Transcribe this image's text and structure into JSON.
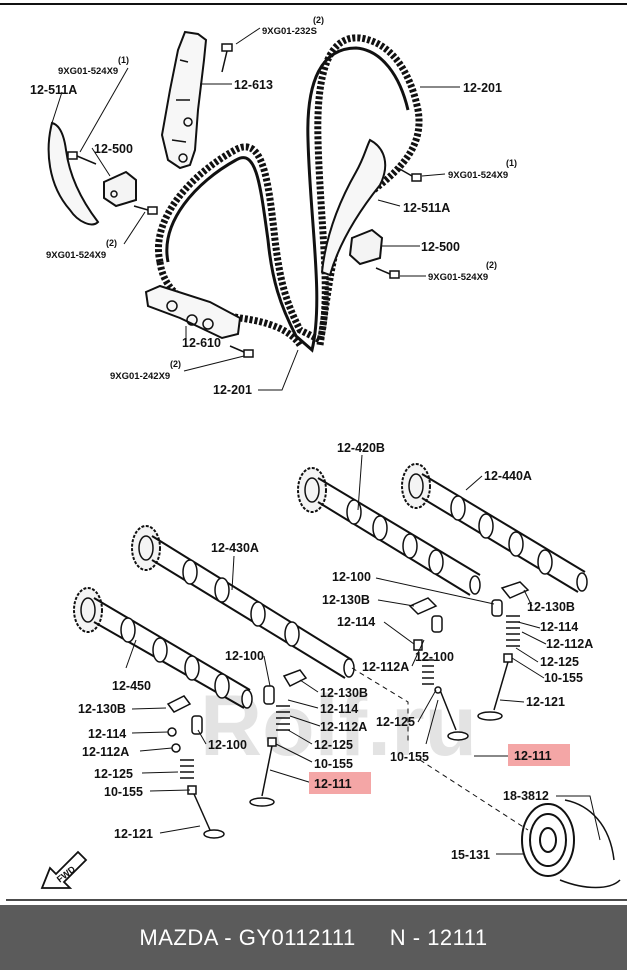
{
  "watermark": "Rolf.ru",
  "footer": {
    "brand_part": "MAZDA - GY0112111",
    "ref": "N - 12111"
  },
  "colors": {
    "highlight": "#f4a6a6",
    "footer_bg": "#5b5b5b",
    "line": "#111111"
  },
  "fwd_label": "FWD",
  "labels": {
    "bolt_232s": "9XG01-232S",
    "bolt_232s_qty": "(2)",
    "bolt_524_a": "9XG01-524X9",
    "bolt_524_a_qty": "(1)",
    "guide_511a_l": "12-511A",
    "guide_613": "12-613",
    "chain_201_top": "12-201",
    "tens_500_l": "12-500",
    "bolt_524_b": "9XG01-524X9",
    "bolt_524_b_qty": "(1)",
    "guide_511a_r": "12-511A",
    "bolt_524_c": "9XG01-524X9",
    "bolt_524_c_qty": "(2)",
    "tens_500_r": "12-500",
    "bolt_524_d": "9XG01-524X9",
    "bolt_524_d_qty": "(2)",
    "guide_610": "12-610",
    "bolt_242": "9XG01-242X9",
    "bolt_242_qty": "(2)",
    "chain_201_bot": "12-201",
    "cam_420b": "12-420B",
    "cam_440a": "12-440A",
    "cam_430a": "12-430A",
    "lash_100_r": "12-100",
    "arm_130b_r": "12-130B",
    "arm_130b_r2": "12-130B",
    "pin_114_m": "12-114",
    "pin_114_r": "12-114",
    "spr_112a_r": "12-112A",
    "spr_112a_m": "12-112A",
    "lash_100_m": "12-100",
    "ret_125_r": "12-125",
    "seal_155_r": "10-155",
    "valve_121_r": "12-121",
    "lash_100_c": "12-100",
    "arm_130b_c": "12-130B",
    "pin_114_c": "12-114",
    "spr_112a_c": "12-112A",
    "ret_125_c": "12-125",
    "seal_155_c": "10-155",
    "valve_111_c": "12-111",
    "ret_125_m": "12-125",
    "seal_155_m": "10-155",
    "valve_111_r": "12-111",
    "cam_450": "12-450",
    "arm_130b_l": "12-130B",
    "pin_114_l": "12-114",
    "lash_100_l": "12-100",
    "spr_112a_l": "12-112A",
    "ret_125_l": "12-125",
    "seal_155_l": "10-155",
    "valve_121_l": "12-121",
    "pulley_3812": "18-3812",
    "pulley_131": "15-131"
  }
}
